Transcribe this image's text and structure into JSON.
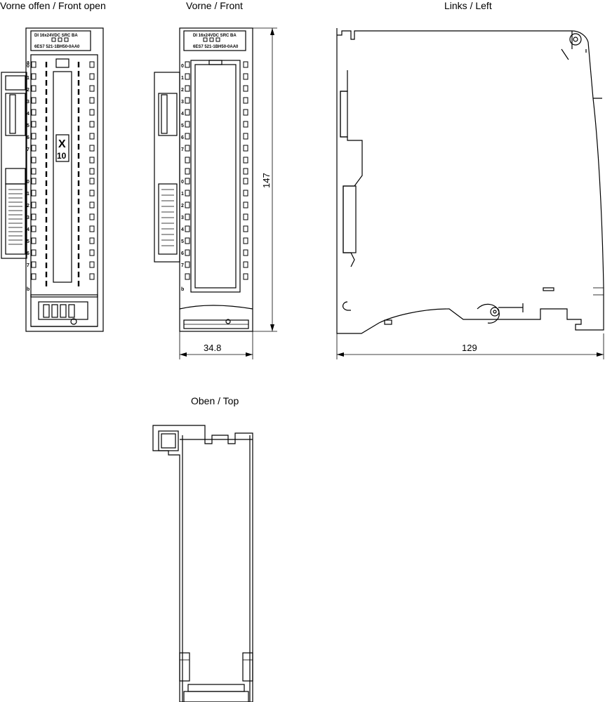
{
  "views": {
    "front_open": {
      "title": "Vorne offen / Front open"
    },
    "front": {
      "title": "Vorne / Front"
    },
    "left": {
      "title": "Links / Left"
    },
    "top": {
      "title": "Oben / Top"
    }
  },
  "module": {
    "label_line1": "DI 16x24VDC SRC BA",
    "label_line2": "6ES7 521-1BH50-0AA0",
    "marking_x": "X",
    "marking_10": "10",
    "channel_numbers": [
      "0",
      "1",
      "2",
      "3",
      "4",
      "5",
      "6",
      "7"
    ],
    "terminal_a": "a",
    "terminal_b": "b"
  },
  "dimensions": {
    "height": "147",
    "width": "34.8",
    "depth": "129"
  }
}
